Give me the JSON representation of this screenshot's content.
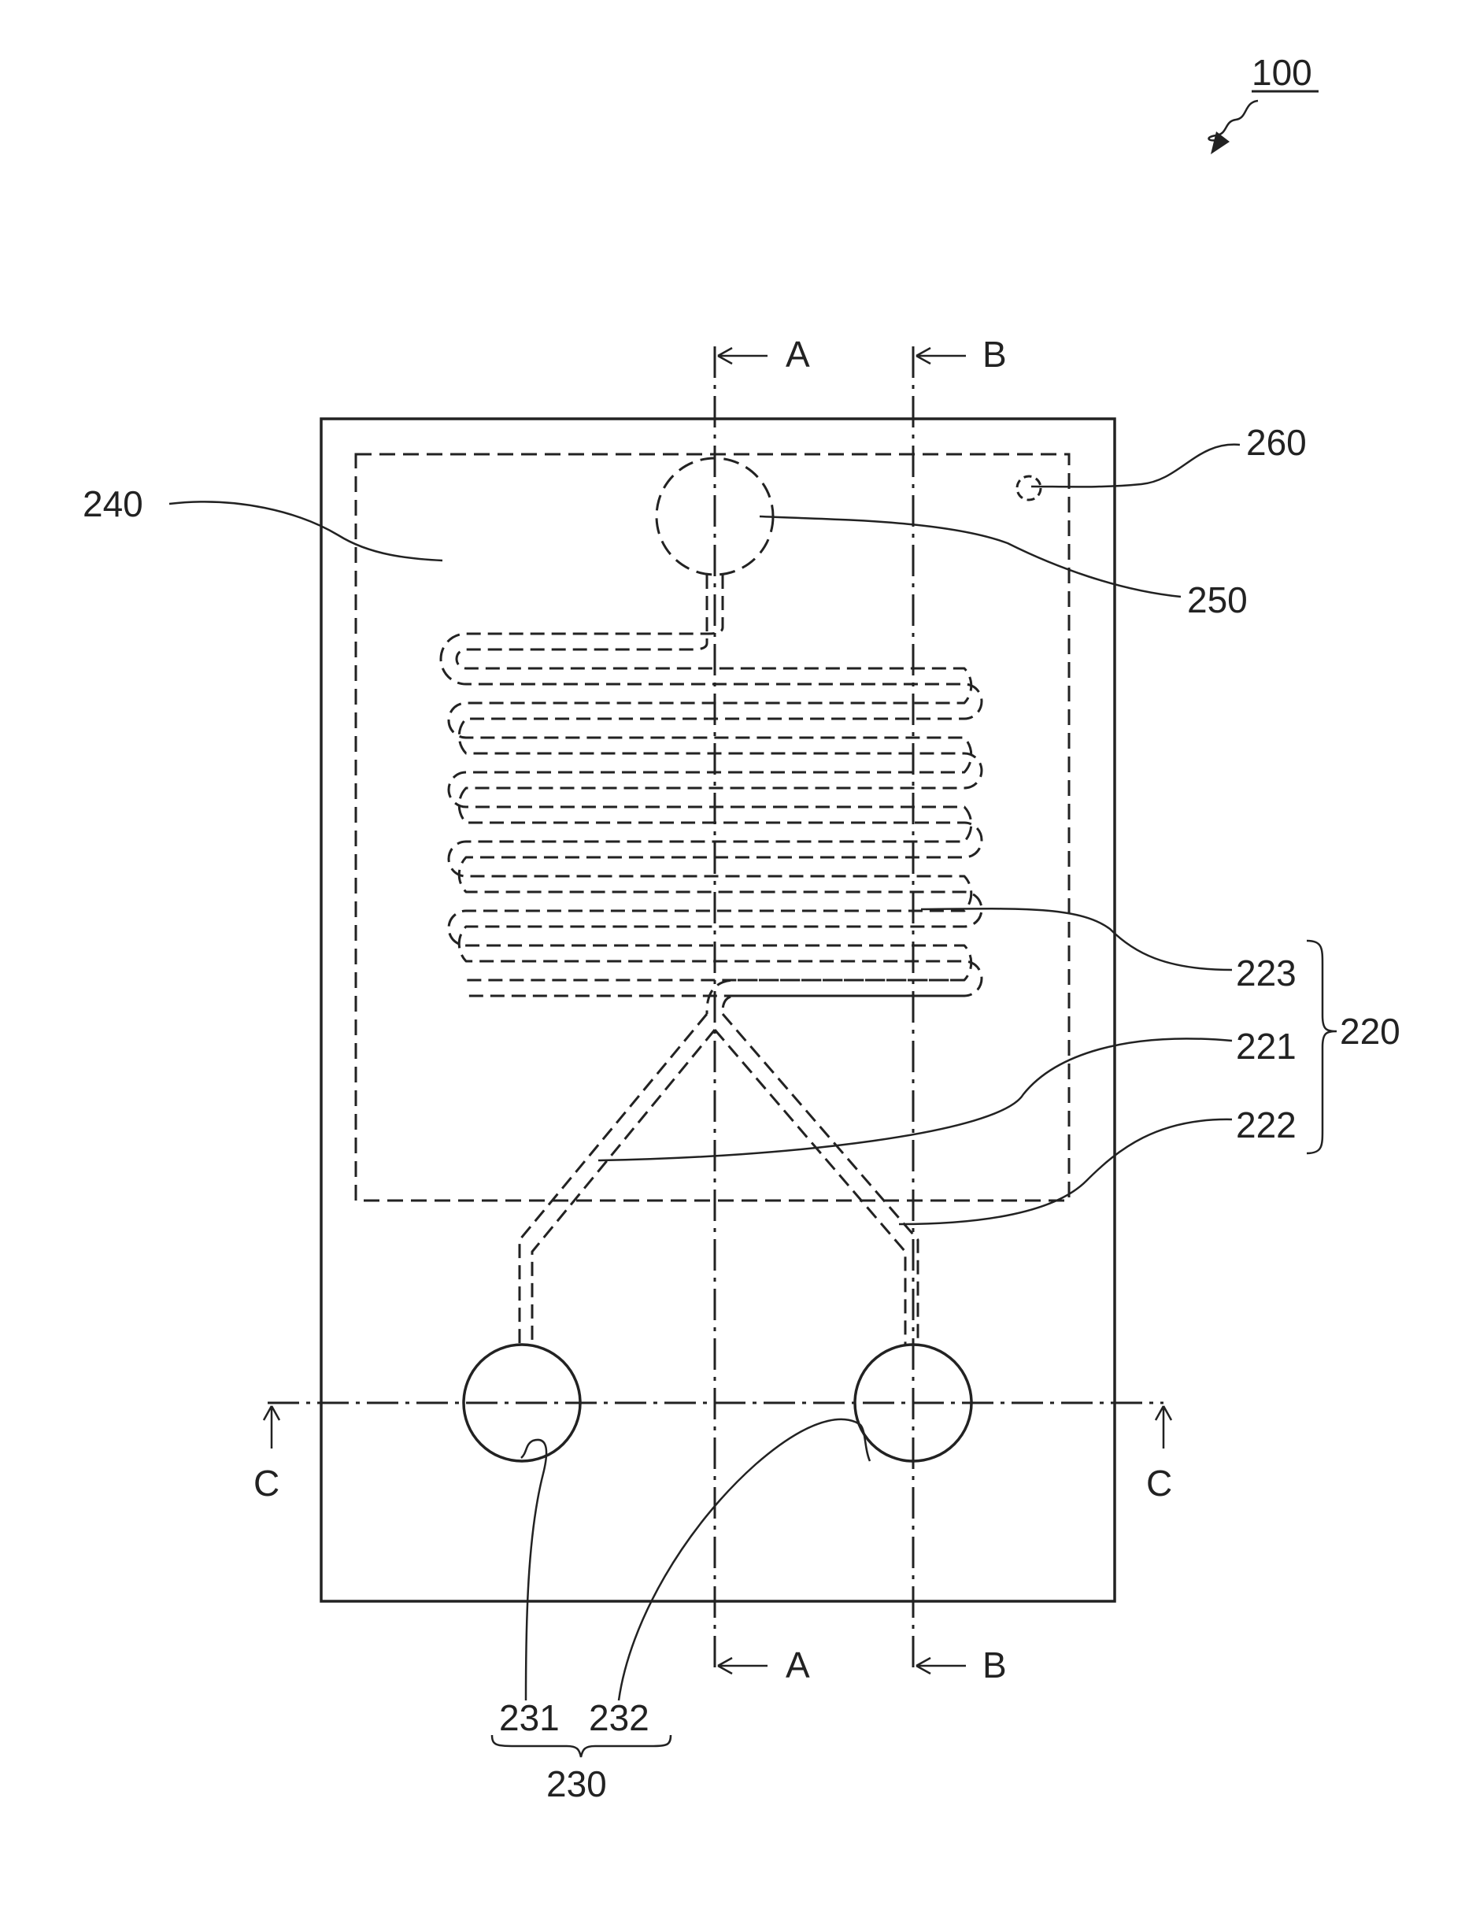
{
  "figure": {
    "device_ref": "100",
    "labels": {
      "inlet_region": "240",
      "outlet_port": "250",
      "vent_hole": "260",
      "mixing_channel": "223",
      "first_inlet_channel": "221",
      "second_inlet_channel": "222",
      "channel_group": "220",
      "first_inlet_port": "231",
      "second_inlet_port": "232",
      "port_group": "230"
    },
    "sections": {
      "a": "A",
      "b": "B",
      "c": "C"
    }
  }
}
